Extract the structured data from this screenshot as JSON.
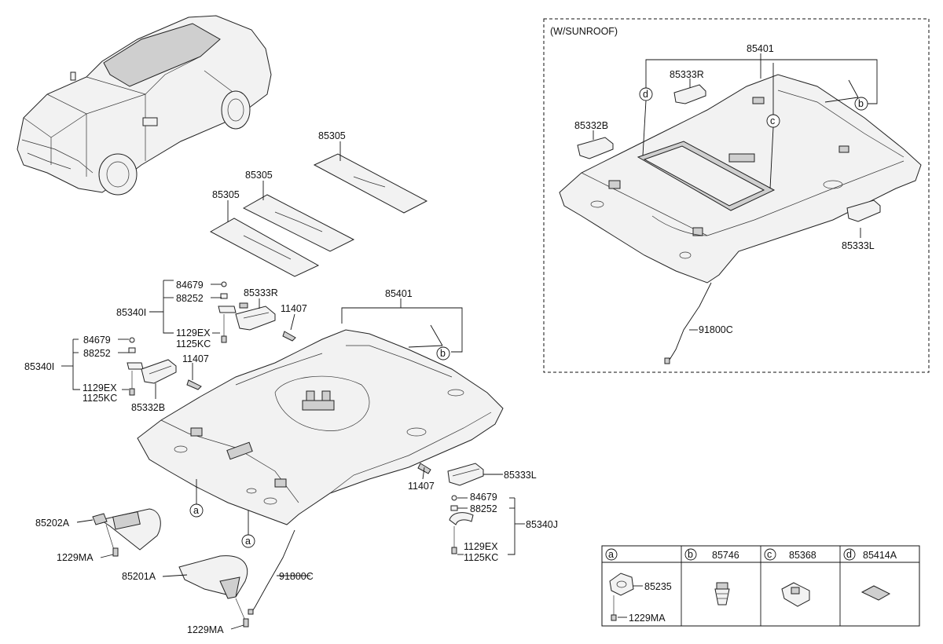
{
  "diagram": {
    "sunroof_caption": "(W/SUNROOF)",
    "labels": {
      "p85305_a": "85305",
      "p85305_b": "85305",
      "p85305_c": "85305",
      "p84679_top": "84679",
      "p88252_top": "88252",
      "p85340I_top": "85340I",
      "p1129EX_top": "1129EX",
      "p1125KC_top": "1125KC",
      "p84679_mid": "84679",
      "p88252_mid": "88252",
      "p85340I_mid": "85340I",
      "p1129EX_mid": "1129EX",
      "p1125KC_mid": "1125KC",
      "p85333R": "85333R",
      "p11407_a": "11407",
      "p11407_b": "11407",
      "p85332B": "85332B",
      "p85401": "85401",
      "p11407_c": "11407",
      "p85333L": "85333L",
      "p84679_r": "84679",
      "p88252_r": "88252",
      "p85340J": "85340J",
      "p1129EX_r": "1129EX",
      "p1125KC_r": "1125KC",
      "p85202A": "85202A",
      "p1229MA_a": "1229MA",
      "p85201A": "85201A",
      "p1229MA_b": "1229MA",
      "p91800C": "91800C",
      "s85401": "85401",
      "s85333R": "85333R",
      "s85332B": "85332B",
      "s85333L": "85333L",
      "s91800C": "91800C"
    },
    "callouts": {
      "b_main": "b",
      "a_one": "a",
      "a_two": "a",
      "b_sun": "b",
      "c_sun": "c",
      "d_sun": "d"
    },
    "legend_table": {
      "cells": [
        {
          "letter": "a",
          "part": "85235",
          "part2": "1229MA"
        },
        {
          "letter": "b",
          "part": "85746"
        },
        {
          "letter": "c",
          "part": "85368"
        },
        {
          "letter": "d",
          "part": "85414A"
        }
      ]
    }
  }
}
